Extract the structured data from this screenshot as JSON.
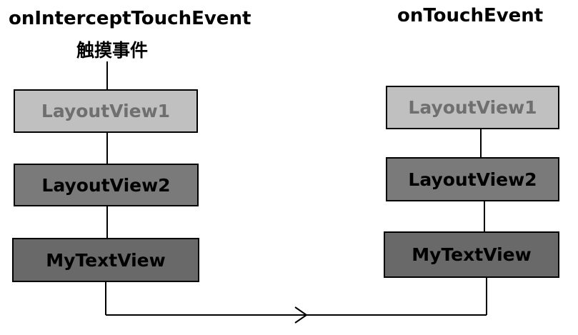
{
  "headings": {
    "left": "onInterceptTouchEvent",
    "left_sub": "触摸事件",
    "right": "onTouchEvent"
  },
  "left_stack": [
    "LayoutView1",
    "LayoutView2",
    "MyTextView"
  ],
  "right_stack": [
    "LayoutView1",
    "LayoutView2",
    "MyTextView"
  ],
  "colors": {
    "light_fill": "#c0c0c0",
    "light_text": "#6f6f6f",
    "mid_fill": "#7a7a7a",
    "dark_fill": "#696969",
    "border": "#000000"
  }
}
